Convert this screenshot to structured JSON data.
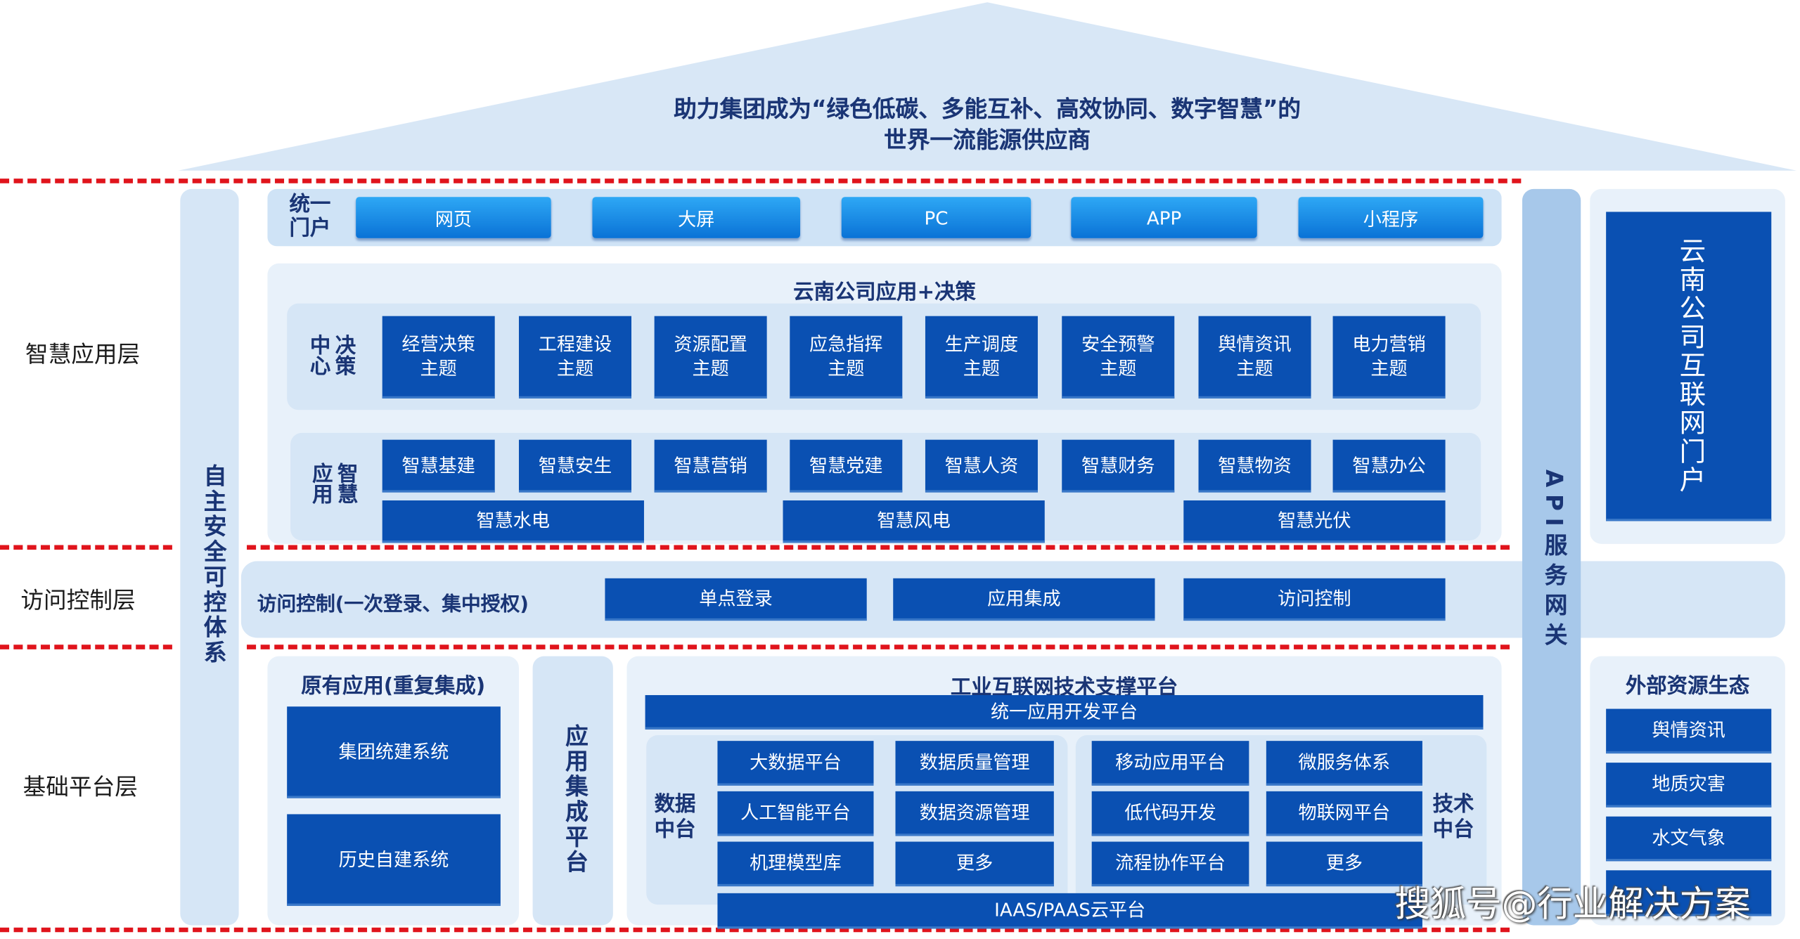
{
  "roof": {
    "line1": "助力集团成为“绿色低碳、多能互补、高效协同、数字智慧”的",
    "line2": "世界一流能源供应商"
  },
  "layers": {
    "app": "智慧应用层",
    "access": "访问控制层",
    "base": "基础平台层"
  },
  "security_column": "自主安全可控体系",
  "api_gateway": "API服务网关",
  "portal": {
    "label": "统一门户",
    "buttons": [
      "网页",
      "大屏",
      "PC",
      "APP",
      "小程序"
    ]
  },
  "yunnan_portal": "云南公司互联网门户",
  "apps": {
    "title": "云南公司应用+决策",
    "decision": {
      "label": "决策中心",
      "items": [
        "经营决策\n主题",
        "工程建设\n主题",
        "资源配置\n主题",
        "应急指挥\n主题",
        "生产调度\n主题",
        "安全预警\n主题",
        "舆情资讯\n主题",
        "电力营销\n主题"
      ]
    },
    "smart": {
      "label": "智慧应用",
      "items": [
        "智慧基建",
        "智慧安生",
        "智慧营销",
        "智慧党建",
        "智慧人资",
        "智慧财务",
        "智慧物资",
        "智慧办公"
      ],
      "bottom": [
        "智慧水电",
        "智慧风电",
        "智慧光伏"
      ]
    }
  },
  "access": {
    "label": "访问控制(一次登录、集中授权)",
    "items": [
      "单点登录",
      "应用集成",
      "访问控制"
    ]
  },
  "legacy": {
    "title": "原有应用(重复集成)",
    "items": [
      "集团统建系统",
      "历史自建系统"
    ]
  },
  "integration": "应用集成平台",
  "iiot": {
    "title": "工业互联网技术支撑平台",
    "dev_platform": "统一应用开发平台",
    "data_label": "数据中台",
    "tech_label": "技术中台",
    "data_items": [
      "大数据平台",
      "数据质量管理",
      "人工智能平台",
      "数据资源管理",
      "机理模型库",
      "更多"
    ],
    "tech_items": [
      "移动应用平台",
      "微服务体系",
      "低代码开发",
      "物联网平台",
      "流程协作平台",
      "更多"
    ],
    "cloud": "IAAS/PAAS云平台"
  },
  "external": {
    "title": "外部资源生态",
    "items": [
      "舆情资讯",
      "地质灾害",
      "水文气象"
    ]
  },
  "watermark": "搜狐号@行业解决方案",
  "colors": {
    "dark_blue": "#0a50b2",
    "light_panel": "#e8f1fa",
    "mid_panel": "#d6e6f6",
    "api_bar": "#a7c8ea",
    "red_divider": "#e0141c"
  }
}
